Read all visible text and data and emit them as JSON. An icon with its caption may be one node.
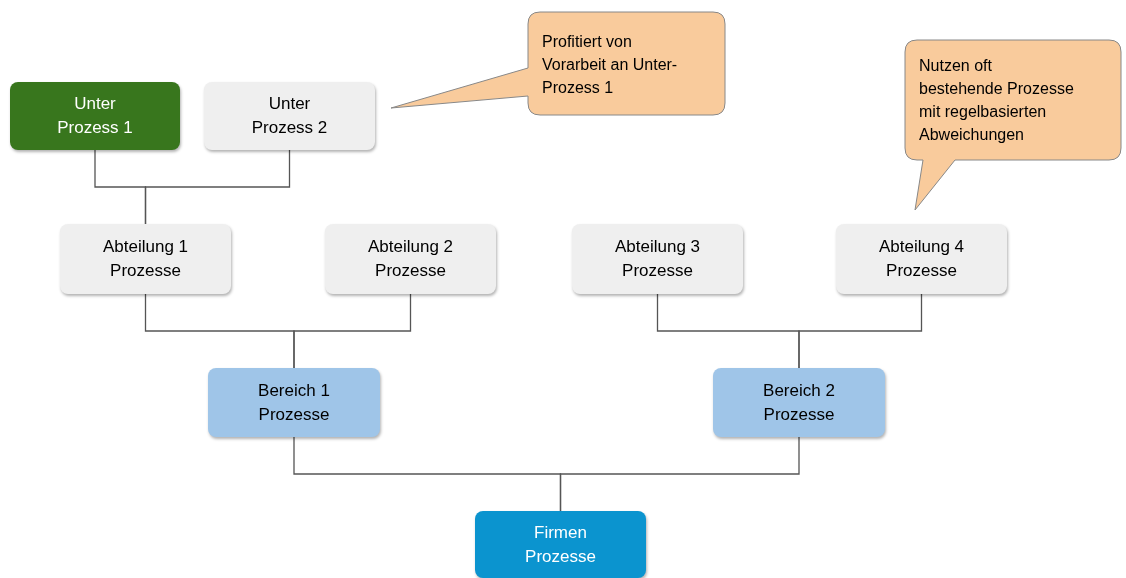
{
  "diagram": {
    "nodes": [
      {
        "text": [
          "Unter Prozess 1"
        ]
      },
      {
        "text": [
          "Unter Prozess 2"
        ]
      },
      {
        "text": [
          "Profitiert von Vorarbeit an Unter-Prozess 1"
        ]
      },
      {
        "text": [
          "Nutzen oft bestehende Prozesse mit regelbasierten Abweichungen"
        ]
      },
      {
        "text": [
          "Abteilung 1 Prozesse"
        ]
      },
      {
        "text": [
          "Abteilung 2 Prozesse"
        ]
      },
      {
        "text": [
          "Abteilung 3 Prozesse"
        ]
      },
      {
        "text": [
          "Abteilung 4 Prozesse"
        ]
      },
      {
        "text": [
          "Bereich 1 Prozesse"
        ]
      },
      {
        "text": [
          "Bereich 2 Prozesse"
        ]
      },
      {
        "text": [
          "Firmen Prozesse"
        ]
      }
    ],
    "edges": [
      {
        "from": 0,
        "to": 4,
        "arrow": "none"
      },
      {
        "from": 1,
        "to": 4,
        "arrow": "none"
      },
      {
        "from": 4,
        "to": 8,
        "arrow": "none"
      },
      {
        "from": 5,
        "to": 8,
        "arrow": "none"
      },
      {
        "from": 6,
        "to": 9,
        "arrow": "none"
      },
      {
        "from": 7,
        "to": 9,
        "arrow": "none"
      },
      {
        "from": 8,
        "to": 10,
        "arrow": "none"
      },
      {
        "from": 9,
        "to": 10,
        "arrow": "none"
      }
    ]
  }
}
